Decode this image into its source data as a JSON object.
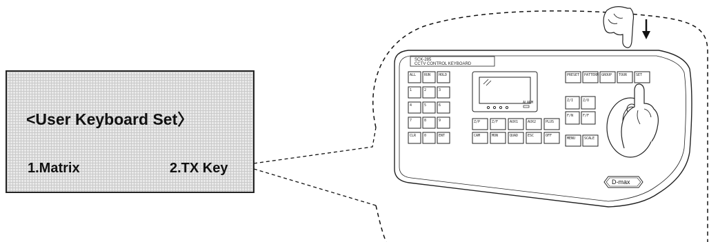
{
  "lcd": {
    "title": "<User Keyboard Set〉",
    "option1": "1.Matrix",
    "option2": "2.TX Key"
  },
  "keyboard": {
    "model": "SCK-285",
    "subtitle": "CCTV CONTROL KEYBOARD",
    "logo": "D-max",
    "lcd_caption": "ALARM",
    "left_keys": [
      "ALL",
      "RUN",
      "HOLD",
      "1",
      "2",
      "3",
      "4",
      "5",
      "6",
      "7",
      "8",
      "9",
      "CLR",
      "0",
      "ENT"
    ],
    "top_keys": [
      "PRESET",
      "PATTERN",
      "GROUP",
      "TOUR",
      "SET"
    ],
    "mid_row1": [
      "Z/P",
      "Z/F",
      "AUX1",
      "AUX2",
      "PLUS"
    ],
    "mid_row2": [
      "CAM",
      "MON",
      "QUAD",
      "ESC",
      "OFF"
    ],
    "side_row1": [
      "Z/I",
      "Z/O"
    ],
    "side_row2": [
      "F/N",
      "F/F"
    ],
    "bottom_keys": [
      "MENU",
      "SCALE"
    ]
  }
}
